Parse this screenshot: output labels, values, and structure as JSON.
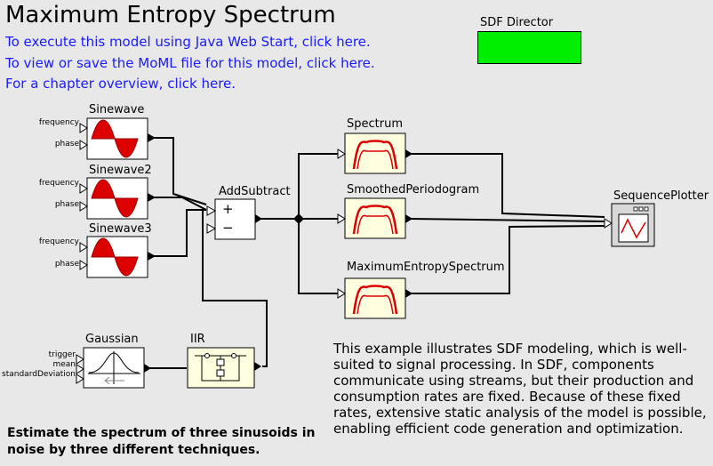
{
  "title": "Maximum Entropy Spectrum",
  "links": [
    "To execute this model using Java Web Start, click here.",
    "To view or save the MoML file for this model, click here.",
    "For a chapter overview, click here."
  ],
  "director": {
    "label": "SDF Director",
    "color": "#00ee00"
  },
  "actors": {
    "sinewave1": {
      "label": "Sinewave",
      "ports": [
        "frequency",
        "phase"
      ]
    },
    "sinewave2": {
      "label": "Sinewave2",
      "ports": [
        "frequency",
        "phase"
      ]
    },
    "sinewave3": {
      "label": "Sinewave3",
      "ports": [
        "frequency",
        "phase"
      ]
    },
    "addsubtract": {
      "label": "AddSubtract",
      "plus": "+",
      "minus": "−"
    },
    "gaussian": {
      "label": "Gaussian",
      "ports": [
        "trigger",
        "mean",
        "standardDeviation"
      ]
    },
    "iir": {
      "label": "IIR"
    },
    "spectrum": {
      "label": "Spectrum"
    },
    "smoothed": {
      "label": "SmoothedPeriodogram"
    },
    "maxentropy": {
      "label": "MaximumEntropySpectrum"
    },
    "plotter": {
      "label": "SequencePlotter"
    }
  },
  "description": "This example illustrates SDF modeling, which is well-suited to signal processing. In SDF, components communicate using streams, but their production and consumption rates are fixed. Because of these fixed rates, extensive static analysis of the model is possible, enabling efficient code generation and optimization.",
  "note": "Estimate the spectrum of three sinusoids in noise by three different techniques.",
  "colors": {
    "link": "#1a1aff",
    "sine": "#dd0000",
    "actor_bg": "#ffffe0",
    "wire": "#000000"
  }
}
